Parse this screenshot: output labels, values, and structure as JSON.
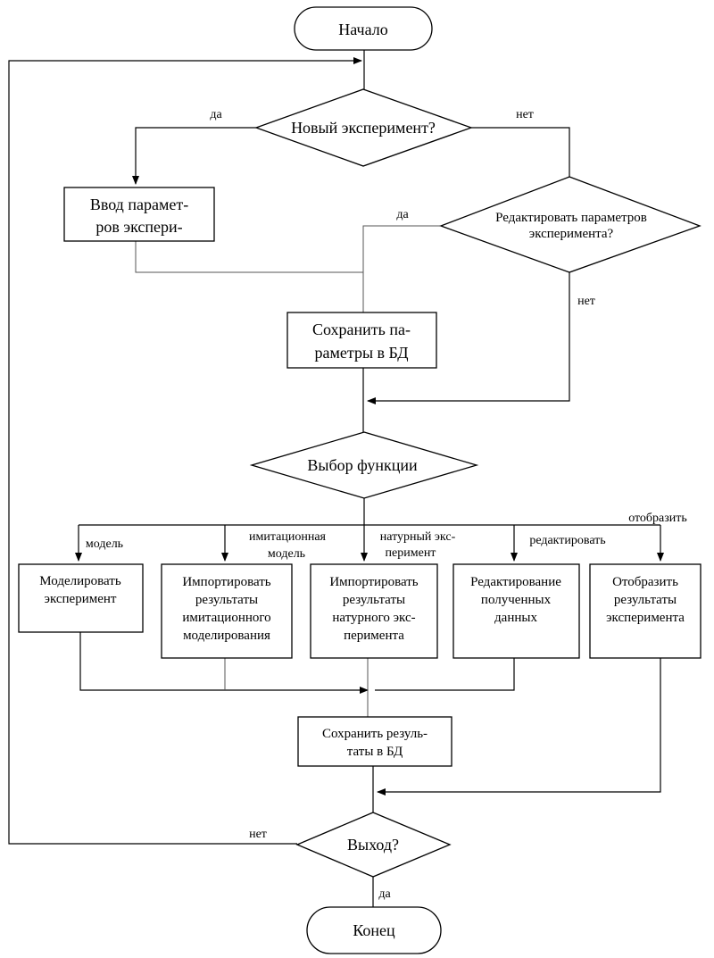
{
  "nodes": {
    "start": "Начало",
    "new_experiment": "Новый эксперимент?",
    "input_params": [
      "Ввод парамет-",
      "ров экспери-"
    ],
    "edit_params": [
      "Редактировать параметров",
      "эксперимента?"
    ],
    "save_params": [
      "Сохранить па-",
      "раметры в БД"
    ],
    "select_function": "Выбор функции",
    "model_experiment": [
      "Моделировать",
      "эксперимент"
    ],
    "import_sim": [
      "Импортировать",
      "результаты",
      "имитационного",
      "моделирования"
    ],
    "import_natural": [
      "Импортировать",
      "результаты",
      "натурного экс-",
      "перимента"
    ],
    "edit_data": [
      "Редактирование",
      "полученных",
      "данных"
    ],
    "show_results": [
      "Отобразить",
      "результаты",
      "эксперимента"
    ],
    "save_results": [
      "Сохранить резуль-",
      "таты в БД"
    ],
    "exit": "Выход?",
    "end": "Конец"
  },
  "labels": {
    "new_yes": "да",
    "new_no": "нет",
    "edit_yes": "да",
    "edit_no": "нет",
    "branch_model": "модель",
    "branch_sim": [
      "имитационная",
      "модель"
    ],
    "branch_natural": [
      "натурный экс-",
      "перимент"
    ],
    "branch_edit": "редактировать",
    "branch_show": "отобразить",
    "exit_no": "нет",
    "exit_yes": "да"
  }
}
